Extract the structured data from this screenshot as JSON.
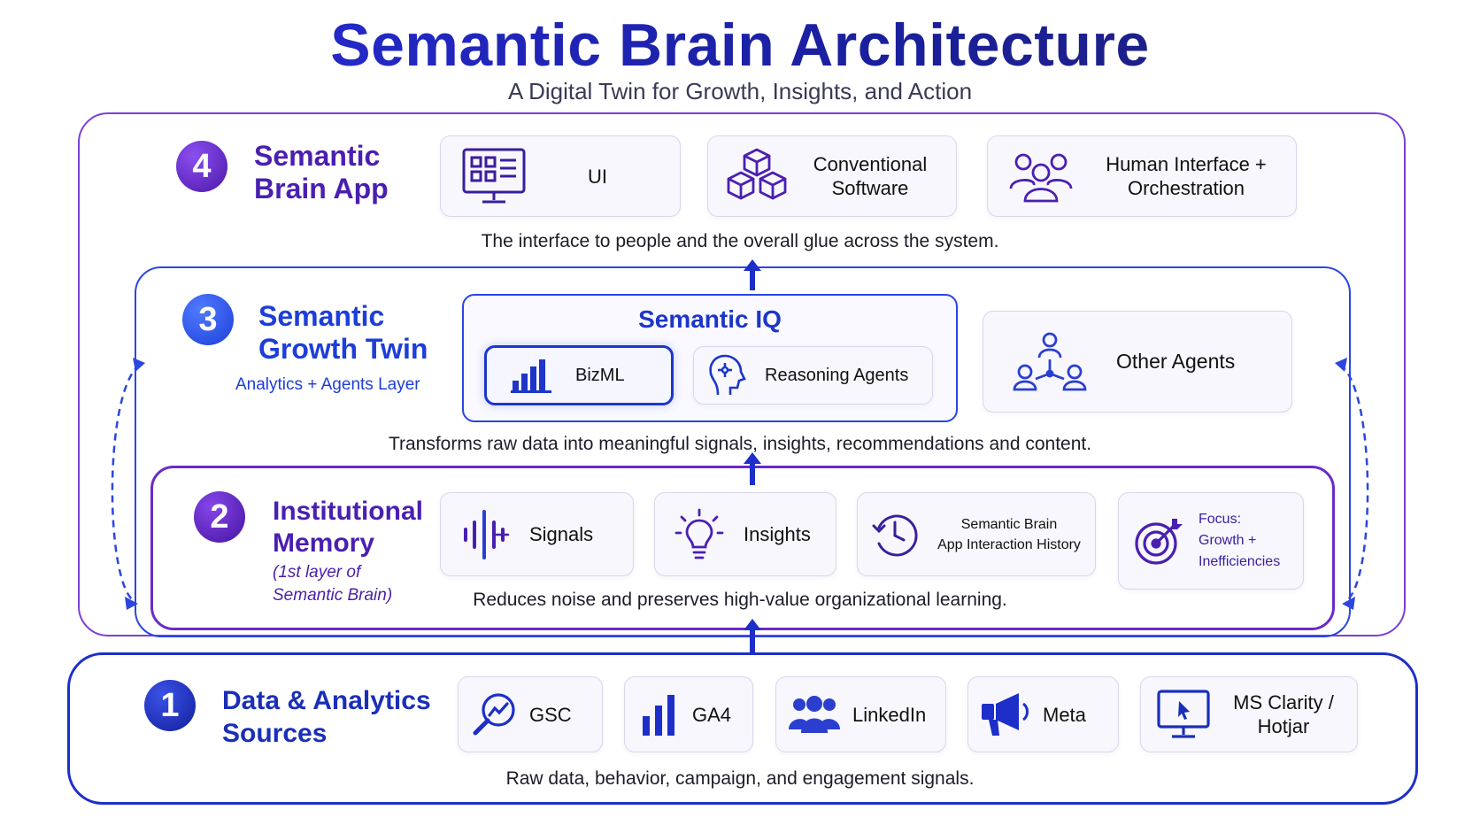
{
  "header": {
    "title": "Semantic Brain Architecture",
    "subtitle": "A Digital Twin for Growth, Insights, and Action"
  },
  "layers": {
    "app": {
      "number": "4",
      "title_line1": "Semantic",
      "title_line2": "Brain App",
      "cards": [
        {
          "label": "UI",
          "icon": "monitor-dashboard-icon"
        },
        {
          "label_line1": "Conventional",
          "label_line2": "Software",
          "icon": "cubes-icon"
        },
        {
          "label_line1": "Human Interface +",
          "label_line2": "Orchestration",
          "icon": "people-group-icon"
        }
      ],
      "description": "The interface to people and the overall glue across the system."
    },
    "growth_twin": {
      "number": "3",
      "title_line1": "Semantic",
      "title_line2": "Growth Twin",
      "subtitle": "Analytics + Agents Layer",
      "semantic_iq": {
        "title": "Semantic IQ",
        "cards": [
          {
            "label": "BizML",
            "icon": "bar-chart-icon"
          },
          {
            "label": "Reasoning Agents",
            "icon": "brain-head-icon"
          }
        ]
      },
      "other_agents": {
        "label": "Other Agents",
        "icon": "agent-network-icon"
      },
      "description": "Transforms raw data into meaningful signals, insights, recommendations and content."
    },
    "memory": {
      "number": "2",
      "title_line1": "Institutional",
      "title_line2": "Memory",
      "subtitle_line1": "(1st layer of",
      "subtitle_line2": "Semantic Brain)",
      "cards": [
        {
          "label": "Signals",
          "icon": "waveform-icon"
        },
        {
          "label": "Insights",
          "icon": "lightbulb-icon"
        },
        {
          "label_line1": "Semantic Brain",
          "label_line2": "App Interaction History",
          "icon": "history-clock-icon"
        },
        {
          "label_line1": "Focus:",
          "label_line2": "Growth  +",
          "label_line3": "Inefficiencies",
          "icon": "target-icon"
        }
      ],
      "description": "Reduces noise and preserves high-value organizational learning."
    },
    "sources": {
      "number": "1",
      "title_line1": "Data & Analytics",
      "title_line2": "Sources",
      "cards": [
        {
          "label": "GSC",
          "icon": "search-trend-icon"
        },
        {
          "label": "GA4",
          "icon": "bar-chart-icon"
        },
        {
          "label": "LinkedIn",
          "icon": "people-icon"
        },
        {
          "label": "Meta",
          "icon": "megaphone-icon"
        },
        {
          "label_line1": "MS Clarity /",
          "label_line2": "Hotjar",
          "icon": "monitor-cursor-icon"
        }
      ],
      "description": "Raw data, behavior, campaign, and engagement signals."
    }
  },
  "colors": {
    "purple": "#6a2bc9",
    "blue": "#1d36c8",
    "navy": "#121f9c"
  }
}
